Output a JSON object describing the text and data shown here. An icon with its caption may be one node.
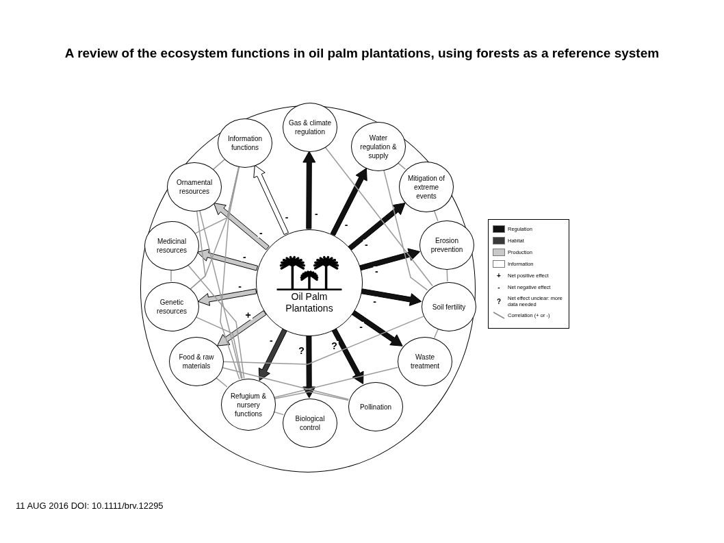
{
  "diagram": {
    "title": "A review of the ecosystem functions in oil palm plantations, using forests as a reference system",
    "nodes": [
      {
        "text": [],
        "shape": "circle"
      },
      {
        "text": [
          "Oil Palm Plantations"
        ],
        "in": 0
      },
      {
        "text": [
          "Gas & climate regulation"
        ],
        "in": 0
      },
      {
        "text": [
          "Water regulation & supply"
        ],
        "in": 0
      },
      {
        "text": [
          "Mitigation of extreme events"
        ],
        "in": 0
      },
      {
        "text": [
          "Erosion prevention"
        ],
        "in": 0
      },
      {
        "text": [
          "Soil fertility"
        ],
        "in": 0
      },
      {
        "text": [
          "Waste treatment"
        ],
        "in": 0
      },
      {
        "text": [
          "Pollination"
        ],
        "in": 0
      },
      {
        "text": [
          "Biological control"
        ],
        "in": 0
      },
      {
        "text": [
          "Refugium & nursery functions"
        ],
        "in": 0
      },
      {
        "text": [
          "Food & raw materials"
        ],
        "in": 0
      },
      {
        "text": [
          "Genetic resources"
        ],
        "in": 0
      },
      {
        "text": [
          "Medicinal resources"
        ],
        "in": 0
      },
      {
        "text": [
          "Ornamental resources"
        ],
        "in": 0
      },
      {
        "text": [
          "Information functions"
        ],
        "in": 0
      }
    ],
    "edges": [
      {
        "from": 1,
        "to": 2,
        "arrow": "to",
        "label": "-",
        "style": "thick",
        "color": "#111111"
      },
      {
        "from": 1,
        "to": 3,
        "arrow": "to",
        "label": "-",
        "style": "thick",
        "color": "#111111"
      },
      {
        "from": 1,
        "to": 4,
        "arrow": "to",
        "label": "-",
        "style": "thick",
        "color": "#111111"
      },
      {
        "from": 1,
        "to": 5,
        "arrow": "to",
        "label": "-",
        "style": "thick",
        "color": "#111111"
      },
      {
        "from": 1,
        "to": 6,
        "arrow": "to",
        "label": "-",
        "style": "thick",
        "color": "#111111"
      },
      {
        "from": 1,
        "to": 7,
        "arrow": "to",
        "label": "-",
        "style": "thick",
        "color": "#111111"
      },
      {
        "from": 1,
        "to": 8,
        "arrow": "to",
        "label": "?",
        "style": "thick",
        "color": "#111111"
      },
      {
        "from": 1,
        "to": 9,
        "arrow": "to",
        "label": "?",
        "style": "thick",
        "color": "#111111"
      },
      {
        "from": 1,
        "to": 10,
        "arrow": "to",
        "label": "-",
        "style": "thick",
        "color": "#3a3a3a"
      },
      {
        "from": 1,
        "to": 11,
        "arrow": "to",
        "label": "+",
        "style": "thick",
        "color": "#c8c8c8"
      },
      {
        "from": 1,
        "to": 12,
        "arrow": "to",
        "label": "-",
        "style": "thick",
        "color": "#c8c8c8"
      },
      {
        "from": 1,
        "to": 13,
        "arrow": "to",
        "label": "-",
        "style": "thick",
        "color": "#c8c8c8"
      },
      {
        "from": 1,
        "to": 14,
        "arrow": "to",
        "label": "-",
        "style": "thick",
        "color": "#c8c8c8"
      },
      {
        "from": 1,
        "to": 15,
        "arrow": "to",
        "label": "-",
        "style": "thick",
        "color": "#ffffff"
      },
      {
        "from": 15,
        "to": 14,
        "arrow": "none",
        "color": "#999999"
      },
      {
        "from": 15,
        "to": 13,
        "arrow": "none",
        "color": "#999999"
      },
      {
        "from": 15,
        "to": 12,
        "arrow": "none",
        "color": "#999999"
      },
      {
        "from": 15,
        "to": 10,
        "arrow": "none",
        "color": "#999999"
      },
      {
        "from": 14,
        "to": 12,
        "arrow": "none",
        "color": "#999999"
      },
      {
        "from": 14,
        "to": 10,
        "arrow": "none",
        "color": "#999999"
      },
      {
        "from": 13,
        "to": 12,
        "arrow": "none",
        "color": "#999999"
      },
      {
        "from": 13,
        "to": 10,
        "arrow": "none",
        "color": "#999999"
      },
      {
        "from": 12,
        "to": 10,
        "arrow": "none",
        "color": "#999999"
      },
      {
        "from": 11,
        "to": 10,
        "arrow": "none",
        "color": "#999999"
      },
      {
        "from": 11,
        "to": 6,
        "arrow": "none",
        "color": "#999999"
      },
      {
        "from": 11,
        "to": 8,
        "arrow": "none",
        "color": "#999999"
      },
      {
        "from": 10,
        "to": 9,
        "arrow": "none",
        "color": "#999999"
      },
      {
        "from": 10,
        "to": 8,
        "arrow": "none",
        "color": "#999999"
      },
      {
        "from": 10,
        "to": 7,
        "arrow": "none",
        "color": "#999999"
      },
      {
        "from": 7,
        "to": 6,
        "arrow": "none",
        "color": "#999999"
      },
      {
        "from": 2,
        "to": 6,
        "arrow": "none",
        "color": "#999999"
      },
      {
        "from": 3,
        "to": 4,
        "arrow": "none",
        "color": "#999999"
      },
      {
        "from": 3,
        "to": 6,
        "arrow": "none",
        "color": "#999999"
      },
      {
        "from": 4,
        "to": 5,
        "arrow": "none",
        "color": "#999999"
      },
      {
        "from": 5,
        "to": 6,
        "arrow": "none",
        "color": "#999999"
      }
    ],
    "labels": [
      "+",
      "-",
      "?",
      "11 AUG 2016 DOI: 10.1111/brv.12295"
    ],
    "legend": [
      {
        "text": "Regulation",
        "color": "#111111"
      },
      {
        "text": "Habitat",
        "color": "#3a3a3a"
      },
      {
        "text": "Production",
        "color": "#c8c8c8"
      },
      {
        "text": "Information",
        "color": "#ffffff"
      },
      {
        "text": "Net positive effect"
      },
      {
        "text": "Net negative effect"
      },
      {
        "text": "Net effect unclear: more data needed"
      },
      {
        "text": "Correlation (+ or -)"
      }
    ]
  }
}
